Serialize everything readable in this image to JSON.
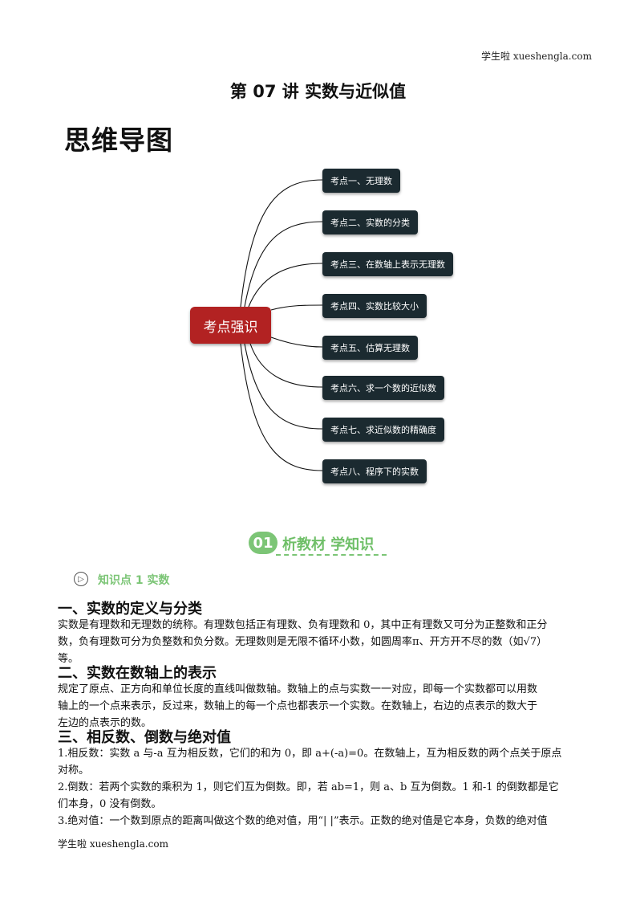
{
  "header": {
    "site": "学生啦 xueshengla.com"
  },
  "document": {
    "title": "第 07 讲  实数与近似值"
  },
  "mindmap": {
    "title": "思维导图",
    "center": "考点强识",
    "branches": [
      "考点一、无理数",
      "考点二、实数的分类",
      "考点三、在数轴上表示无理数",
      "考点四、实数比较大小",
      "考点五、估算无理数",
      "考点六、求一个数的近似数",
      "考点七、求近似数的精确度",
      "考点八、程序下的实数"
    ]
  },
  "section": {
    "number": "01",
    "title": "析教材 学知识"
  },
  "knowledge_point": {
    "icon": "play-circle-icon",
    "label": "知识点 1  实数"
  },
  "content": [
    {
      "heading": "一、实数的定义与分类",
      "lines": [
        "实数是有理数和无理数的统称。有理数包括正有理数、负有理数和 0，其中正有理数又可分为正整数和正分",
        "数，负有理数可分为负整数和负分数。无理数则是无限不循环小数，如圆周率π、开方开不尽的数（如√7）",
        "等。"
      ]
    },
    {
      "heading": "二、实数在数轴上的表示",
      "lines": [
        "规定了原点、正方向和单位长度的直线叫做数轴。数轴上的点与实数一一对应，即每一个实数都可以用数",
        "轴上的一个点来表示，反过来，数轴上的每一个点也都表示一个实数。在数轴上，右边的点表示的数大于",
        "左边的点表示的数。"
      ]
    },
    {
      "heading": "三、相反数、倒数与绝对值",
      "lines": [
        "1.相反数：实数 a 与-a 互为相反数，它们的和为 0，即 a+(-a)=0。在数轴上，互为相反数的两个点关于原点",
        "对称。",
        "2.倒数：若两个实数的乘积为 1，则它们互为倒数。即，若 ab=1，则 a、b 互为倒数。1 和-1 的倒数都是它",
        "们本身，0 没有倒数。",
        "3.绝对值：一个数到原点的距离叫做这个数的绝对值，用“| |”表示。正数的绝对值是它本身，负数的绝对值"
      ]
    }
  ],
  "footer": {
    "site": "学生啦 xueshengla.com"
  },
  "colors": {
    "center_node": "#b22222",
    "branch_node": "#1b2a30",
    "accent_green": "#7cc576"
  }
}
